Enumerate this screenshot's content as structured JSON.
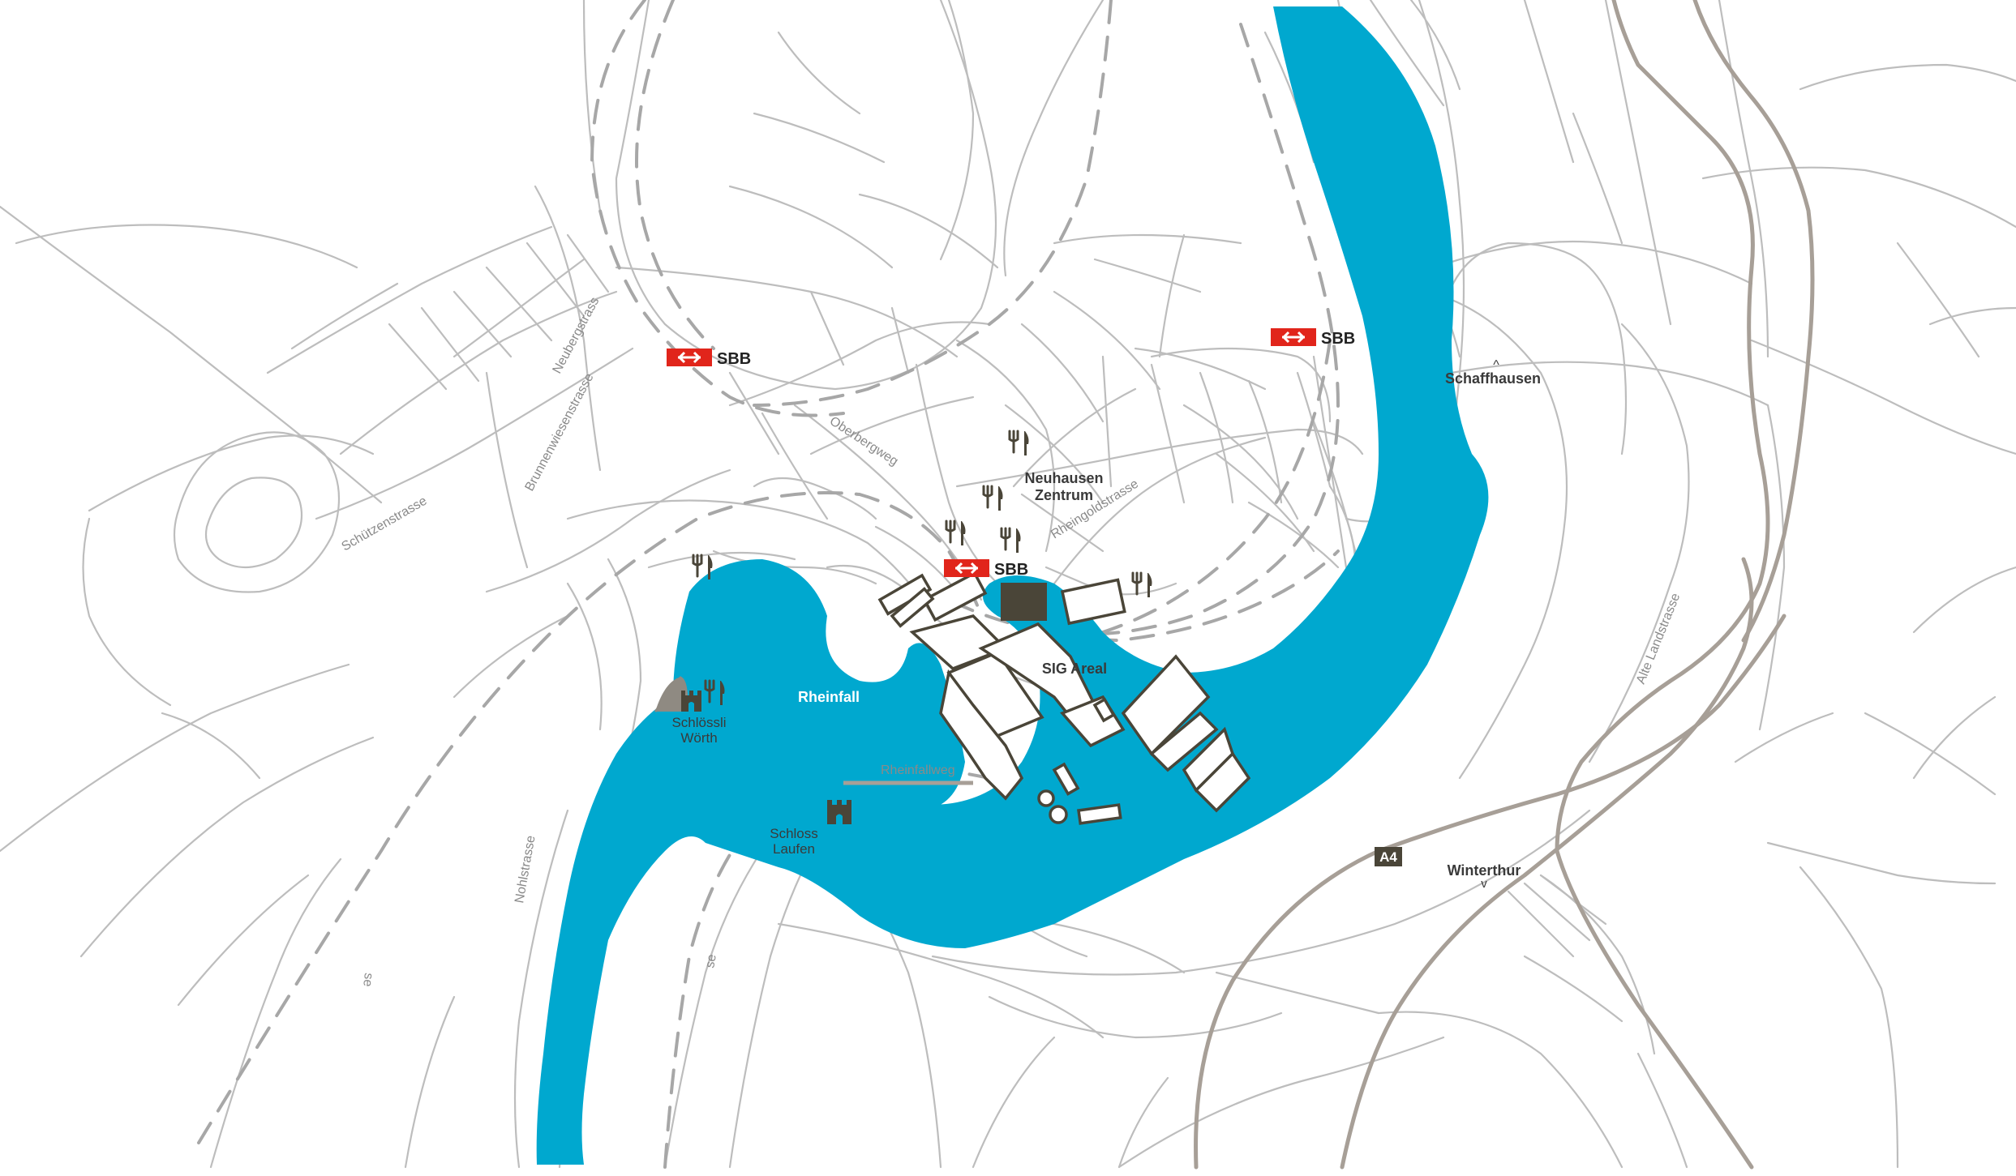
{
  "colors": {
    "water": "#00a8cf",
    "road": "#bdbdbd",
    "major_road": "#a79f97",
    "rail": "#a7a7a7",
    "building": "#4a4538",
    "sbb_red": "#e1251b",
    "motorway_badge": "#4a4538"
  },
  "water": {
    "label": "Rheinfall"
  },
  "places": {
    "neuhausen_line1": "Neuhausen",
    "neuhausen_line2": "Zentrum",
    "sig_areal": "SIG Areal",
    "schloessli_line1": "Schlössli",
    "schloessli_line2": "Wörth",
    "schloss_line1": "Schloss",
    "schloss_line2": "Laufen"
  },
  "directions": {
    "schaffhausen": {
      "label": "Schaffhausen",
      "arrow": "^"
    },
    "winterthur": {
      "label": "Winterthur",
      "arrow": "v"
    }
  },
  "streets": {
    "neubergstrasse": "Neubergstrass",
    "brunnenwiesenstrasse": "Brunnenwiesenstrasse",
    "schuetzenstrasse": "Schützenstrasse",
    "oberbergweg": "Oberbergweg",
    "rheingoldstrasse": "Rheingoldstrasse",
    "rheinfallweg": "Rheinfallweg",
    "nohlstrasse": "Nohlstrasse",
    "alte_landstrasse": "Alte Landstrasse",
    "fragment_se": "se",
    "fragment_ae": "se"
  },
  "stations": {
    "sbb_west": {
      "label": "SBB",
      "icon": "sbb-logo-icon"
    },
    "sbb_east": {
      "label": "SBB",
      "icon": "sbb-logo-icon"
    },
    "sbb_center": {
      "label": "SBB",
      "icon": "sbb-logo-icon"
    }
  },
  "motorway": {
    "label": "A4"
  },
  "icons": {
    "restaurant": "fork-knife-icon",
    "castle": "castle-icon",
    "viewpoint": "viewpoint-icon"
  }
}
